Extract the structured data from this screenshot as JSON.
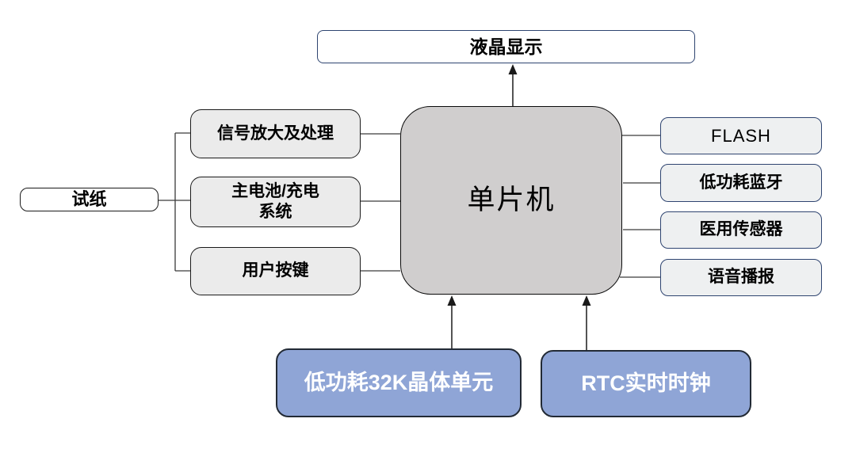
{
  "diagram": {
    "title_hint": "microcontroller block diagram",
    "nodes": {
      "lcd": {
        "label": "液晶显示"
      },
      "mcu": {
        "label": "单片机"
      },
      "test_strip": {
        "label": "试纸"
      },
      "left": [
        {
          "label": "信号放大及处理"
        },
        {
          "label": "主电池/充电\n系统"
        },
        {
          "label": "用户按键"
        }
      ],
      "right": [
        {
          "label": "FLASH"
        },
        {
          "label": "低功耗蓝牙"
        },
        {
          "label": "医用传感器"
        },
        {
          "label": "语音播报"
        }
      ],
      "bottom": [
        {
          "label": "低功耗32K晶体单元"
        },
        {
          "label": "RTC实时时钟"
        }
      ]
    },
    "edges": [
      {
        "from": "mcu",
        "to": "lcd",
        "arrow": true
      },
      {
        "from": "test_strip",
        "to": "left-group",
        "arrow": false
      },
      {
        "from": "left.0",
        "to": "mcu",
        "arrow": false
      },
      {
        "from": "left.1",
        "to": "mcu",
        "arrow": false
      },
      {
        "from": "left.2",
        "to": "mcu",
        "arrow": false
      },
      {
        "from": "mcu",
        "to": "right.0",
        "arrow": false
      },
      {
        "from": "mcu",
        "to": "right.1",
        "arrow": false
      },
      {
        "from": "mcu",
        "to": "right.2",
        "arrow": false
      },
      {
        "from": "mcu",
        "to": "right.3",
        "arrow": false
      },
      {
        "from": "bottom.0",
        "to": "mcu",
        "arrow": true
      },
      {
        "from": "bottom.1",
        "to": "mcu",
        "arrow": true
      }
    ],
    "colors": {
      "background": "#ffffff",
      "mcu_fill": "#d0cece",
      "left_box_fill": "#ebebeb",
      "right_box_fill": "#eef0f1",
      "blue_box_fill": "#8fa5d6",
      "navy_border": "#2e4470",
      "black_border": "#1a1a1a",
      "blue_box_border": "#222a35",
      "connector_line": "#3a3a3a",
      "blue_box_text": "#ffffff"
    }
  }
}
